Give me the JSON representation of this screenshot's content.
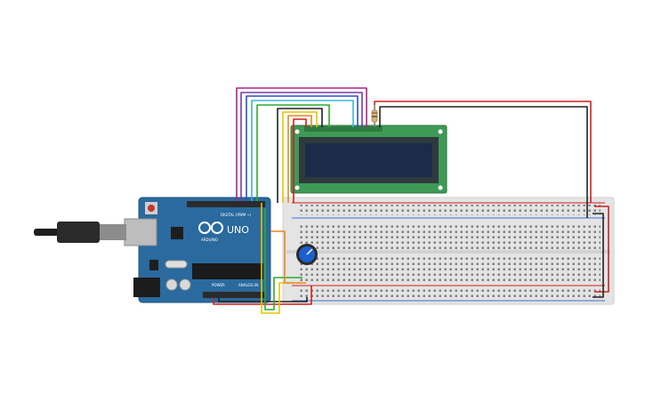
{
  "arduino": {
    "model_label": "UNO",
    "brand_label": "ARDUINO",
    "digital_header_label": "DIGITAL (PWM ~)",
    "power_label": "POWER",
    "analog_label": "ANALOG IN"
  },
  "colors": {
    "board": "#2a6a9e",
    "board_edge": "#1f5580",
    "lcd_pcb": "#3f9a56",
    "lcd_screen": "#1c2b4a",
    "breadboard": "#e4e4e4",
    "wire_red": "#d11f1f",
    "wire_black": "#222222",
    "wire_magenta": "#b0218f",
    "wire_purple": "#7a3aa0",
    "wire_blue": "#2a4fc9",
    "wire_cyan": "#38b6d6",
    "wire_green": "#2faa2f",
    "wire_orange": "#e58a1a",
    "wire_yellow": "#e6c400",
    "potentiometer": "#1b5fd1"
  },
  "icons": {
    "usb_cable": "usb-cable-icon",
    "potentiometer": "potentiometer-knob-icon",
    "resistor": "resistor-icon"
  }
}
